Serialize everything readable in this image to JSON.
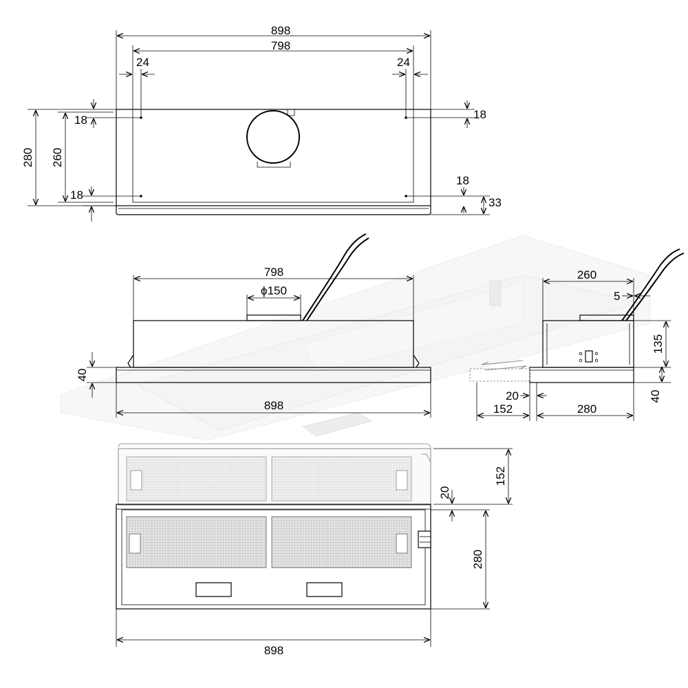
{
  "top_view": {
    "width_outer": "898",
    "width_holes": "798",
    "offset_left": "24",
    "offset_right": "24",
    "height_outer": "280",
    "height_holes": "260",
    "top_left_offset": "18",
    "top_right_offset": "18",
    "bottom_left_offset": "18",
    "bottom_right_offset": "18",
    "front_lip": "33"
  },
  "front_view": {
    "hole_span": "798",
    "duct_diameter": "ϕ150",
    "panel_height": "40",
    "panel_width": "898"
  },
  "side_view": {
    "depth_body": "260",
    "rear_gap": "5",
    "body_height": "135",
    "panel_height": "40",
    "panel_offset": "20",
    "extension": "152",
    "panel_depth": "280"
  },
  "bottom_view": {
    "extension": "152",
    "step": "20",
    "depth": "280",
    "width": "898"
  }
}
